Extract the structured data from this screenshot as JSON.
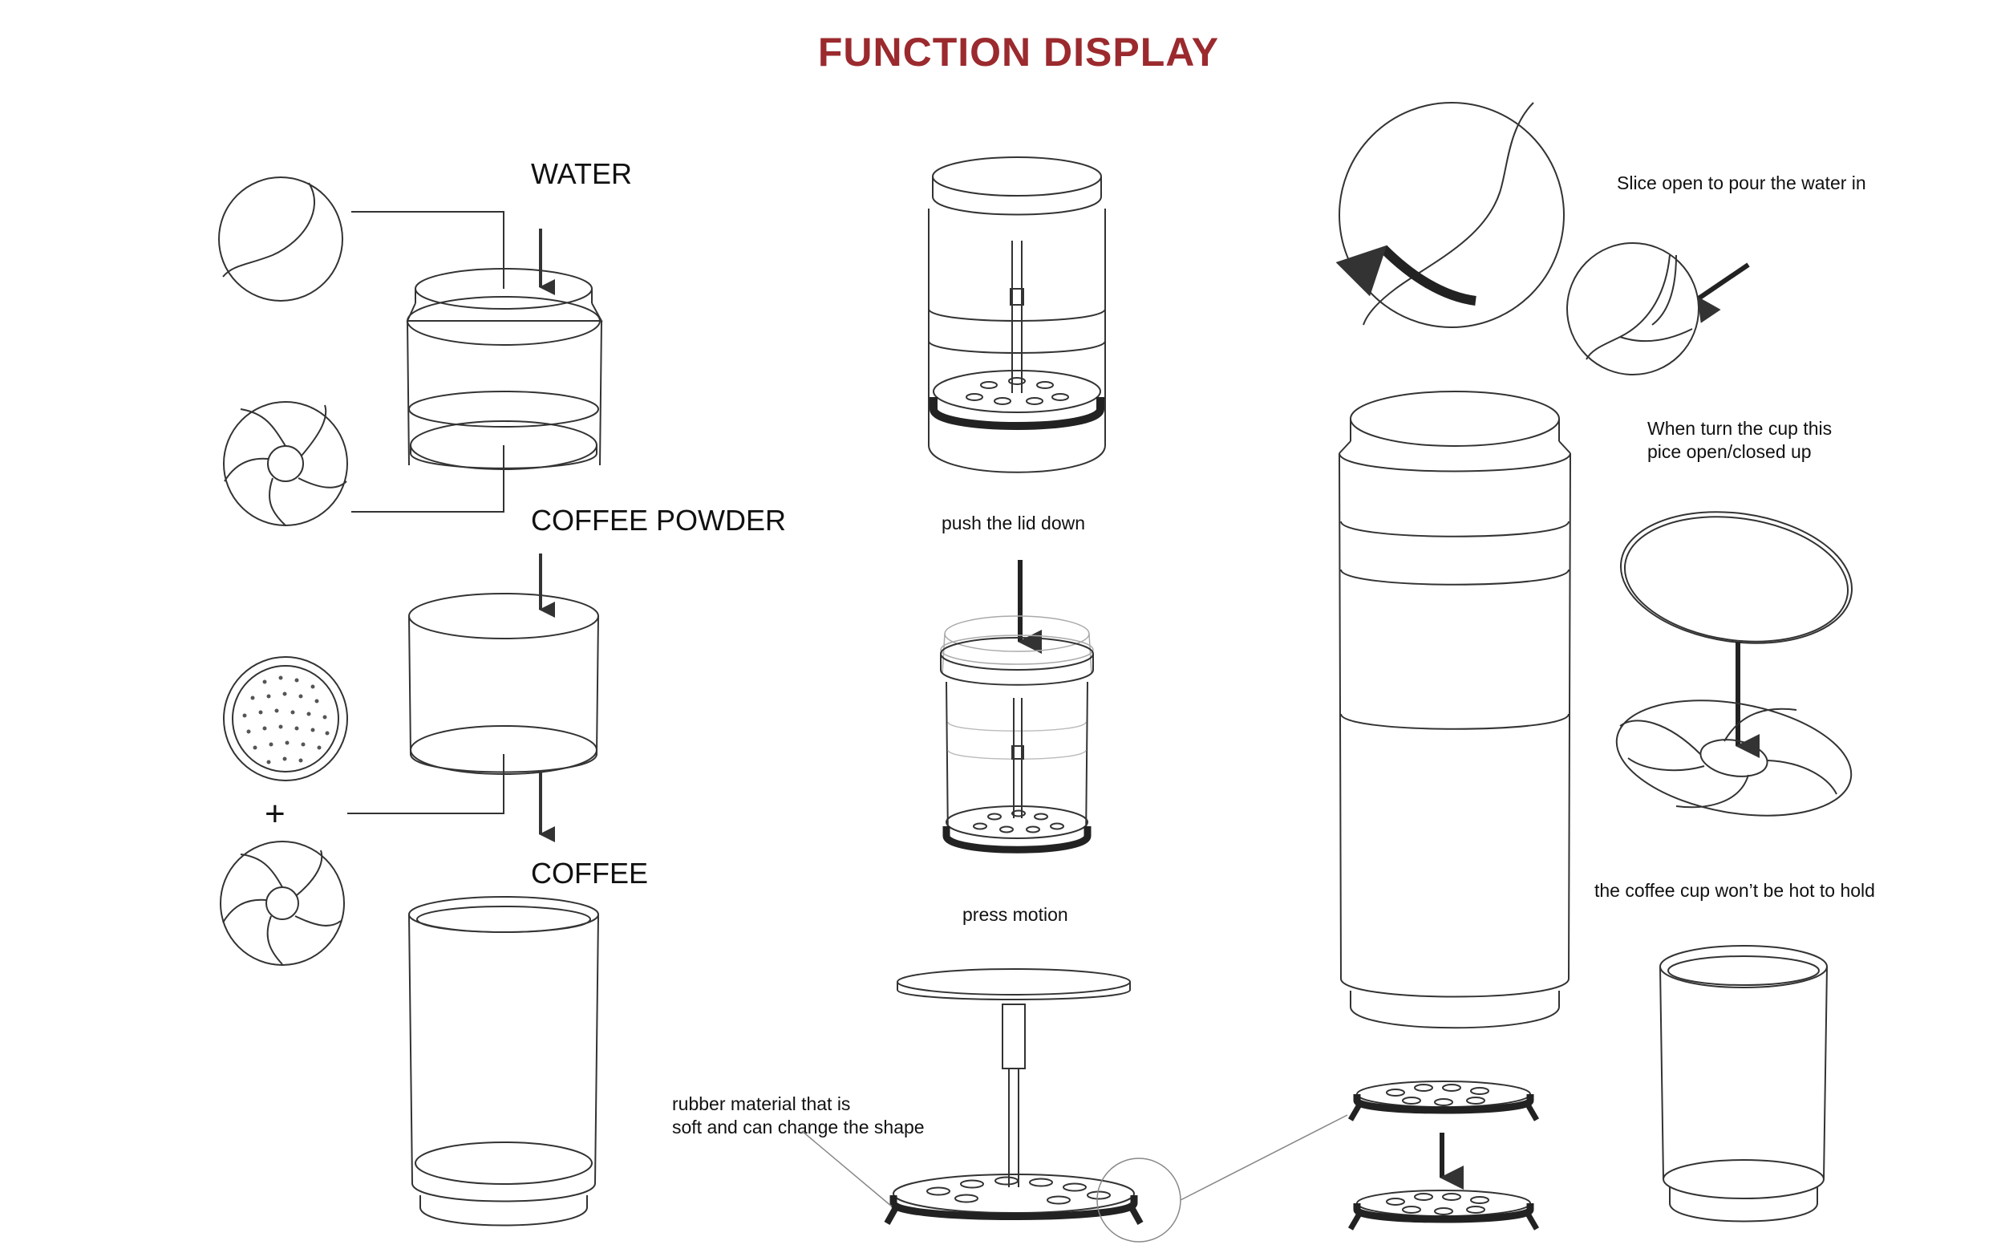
{
  "title": "FUNCTION DISPLAY",
  "colors": {
    "title": "#9b2a2e",
    "line": "#333333",
    "dark": "#222222"
  },
  "labels": {
    "water": "WATER",
    "coffee_powder": "COFFEE POWDER",
    "coffee": "COFFEE",
    "plus": "+",
    "push_lid": "push the lid down",
    "press_motion": "press motion",
    "rubber": "rubber material that is\nsoft and can change the shape",
    "slice_open": "Slice open to pour the water in",
    "turn_cup": "When turn the cup this\npice open/closed up",
    "not_hot": "the coffee cup won’t be hot to hold"
  }
}
